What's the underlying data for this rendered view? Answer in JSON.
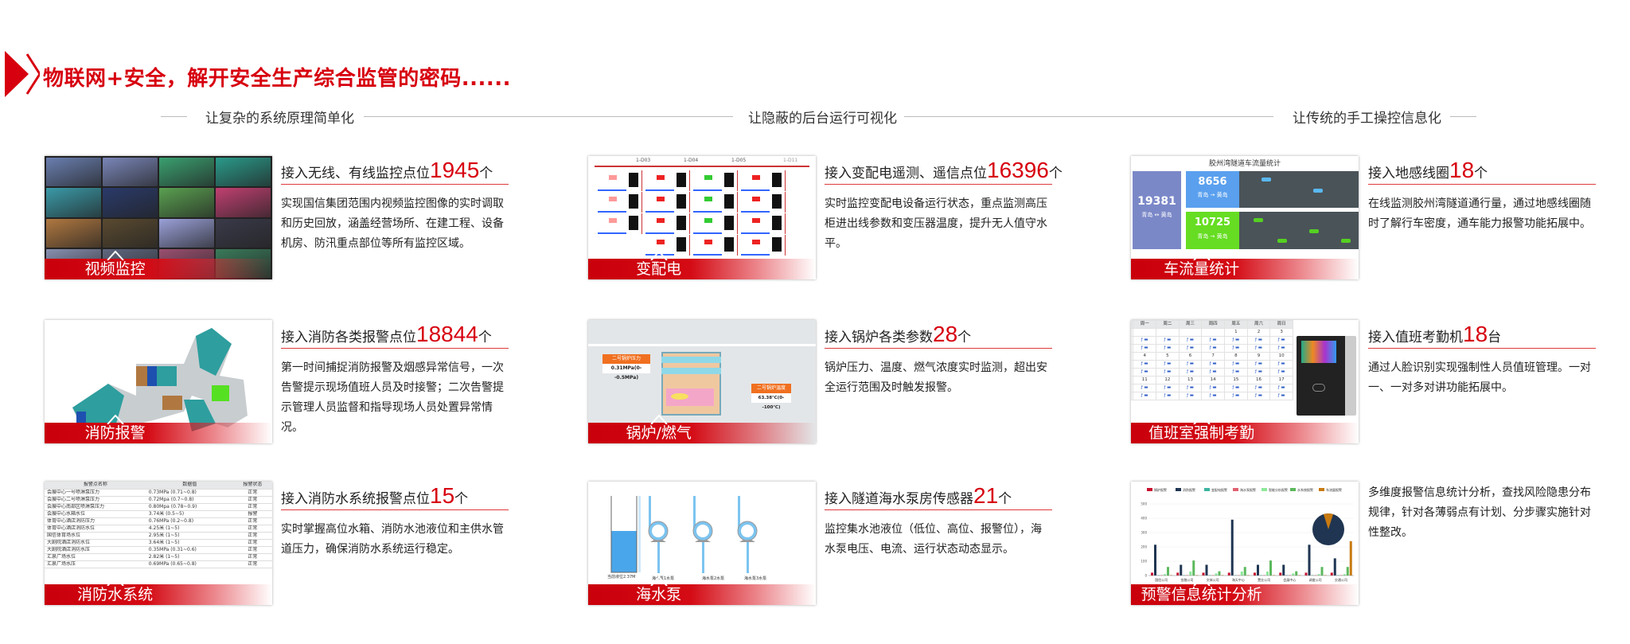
{
  "header": {
    "title": "物联网+安全，解开安全生产综合监管的密码......"
  },
  "columns": [
    {
      "subtitle": "让复杂的系统原理简单化"
    },
    {
      "subtitle": "让隐蔽的后台运行可视化"
    },
    {
      "subtitle": "让传统的手工操控信息化"
    }
  ],
  "cards": {
    "video": {
      "banner": "视频监控",
      "heading_pre": "接入无线、有线监控点位",
      "num": "1945",
      "unit": "个",
      "body": "实现国信集团范围内视频监控图像的实时调取和历史回放，涵盖经营场所、在建工程、设备机房、防汛重点部位等所有监控区域。"
    },
    "power": {
      "banner": "变配电",
      "heading_pre": "接入变配电遥测、遥信点位",
      "num": "16396",
      "unit": "个",
      "body": "实时监控变配电设备运行状态，重点监测高压柜进出线参数和变压器温度，提升无人值守水平。",
      "cols": [
        "1-D03",
        "1-D04",
        "1-D05",
        "1-D11"
      ]
    },
    "traffic": {
      "banner": "车流量统计",
      "heading_pre": "接入地感线圈",
      "num": "18",
      "unit": "个",
      "body": "在线监测胶州湾隧道通行量，通过地感线圈随时了解行车密度，通车能力报警功能拓展中。",
      "panel_title": "胶州湾隧道车流量统计",
      "total": "19381",
      "total_dir": "青岛 ↔ 黄岛",
      "lane1": "8656",
      "lane1_dir": "青岛 → 黄岛",
      "lane2": "10725",
      "lane2_dir": "青岛 → 黄岛"
    },
    "fire": {
      "banner": "消防报警",
      "heading_pre": "接入消防各类报警点位",
      "num": "18844",
      "unit": "个",
      "body": "第一时间捕捉消防报警及烟感异常信号，一次告警提示现场值班人员及时接警；二次告警提示管理人员监督和指导现场人员处置异常情况。"
    },
    "boiler": {
      "banner": "锅炉/燃气",
      "heading_pre": "接入锅炉各类参数",
      "num": "28",
      "unit": "个",
      "body": "锅炉压力、温度、燃气浓度实时监测，超出安全运行范围及时触发报警。",
      "pressure_label": "二号锅炉压力",
      "pressure_value": "0.31MPa(0--0.5MPa)",
      "temp_label": "二号锅炉温度",
      "temp_value": "63.38℃(0--100℃)"
    },
    "attendance": {
      "banner": "值班室强制考勤",
      "heading_pre": "接入值班考勤机",
      "num": "18",
      "unit": "台",
      "body": "通过人脸识别实现强制性人员值班管理。一对一、一对多对讲功能拓展中。",
      "weekdays": [
        "周一",
        "周二",
        "周三",
        "周四",
        "周五",
        "周六",
        "周日"
      ],
      "date_rows": [
        [
          "",
          "",
          "",
          "",
          "1",
          "2",
          "3"
        ],
        [
          "4",
          "5",
          "6",
          "7",
          "8",
          "9",
          "10"
        ],
        [
          "11",
          "12",
          "13",
          "14",
          "15",
          "16",
          "17"
        ]
      ]
    },
    "water": {
      "banner": "消防水系统",
      "heading_pre": "接入消防水系统报警点位",
      "num": "15",
      "unit": "个",
      "body": "实时掌握高位水箱、消防水池液位和主供水管道压力，确保消防水系统运行稳定。",
      "headers": [
        "报警点名称",
        "数据值",
        "报警状态"
      ],
      "rows": [
        [
          "会展中心一号喷淋泵压力",
          "0.73MPa (0.71~0.8)",
          "正常"
        ],
        [
          "会展中心二号喷淋泵压力",
          "0.72Mpa (0.7~0.8)",
          "正常"
        ],
        [
          "会展中心南部区喷淋泵压力",
          "0.80Mpa (0.78~0.9)",
          "正常"
        ],
        [
          "会展中心水箱水位",
          "3.74米 (0.5~5)",
          "报警"
        ],
        [
          "体育中心酒店消防压力",
          "0.76MPa (0.2~0.8)",
          "正常"
        ],
        [
          "体育中心酒店消防水位",
          "4.25米 (1~5)",
          "正常"
        ],
        [
          "国信体育场水位",
          "2.95米 (1~5)",
          "正常"
        ],
        [
          "大剧院酒店消防水位",
          "3.64米 (1~5)",
          "正常"
        ],
        [
          "大剧院酒店消防水压",
          "0.35MPa (0.31~0.6)",
          "正常"
        ],
        [
          "汇泉广场水位",
          "2.82米 (1~5)",
          "正常"
        ],
        [
          "汇泉广场水压",
          "0.69MPa (0.65~0.8)",
          "正常"
        ]
      ]
    },
    "pump": {
      "banner": "海水泵",
      "heading_pre": "接入隧道海水泵房传感器",
      "num": "21",
      "unit": "个",
      "body": "监控集水池液位（低位、高位、报警位），海水泵电压、电流、运行状态动态显示。",
      "tank_label": "当前液位2.37M",
      "pumps": [
        "海水泵1水泵",
        "海水泵2水泵",
        "海水泵3水泵"
      ]
    },
    "alarm": {
      "banner": "预警信息统计分析",
      "body": "多维度报警信息统计分析，查找风险隐患分布规律，针对各薄弱点有计划、分步骤实施针对性整改。"
    }
  },
  "chart_data": {
    "type": "bar",
    "categories": [
      "国信公司",
      "金融公司",
      "文体公司",
      "海天中心",
      "置业公司",
      "会展中心",
      "调度公司",
      "交通公司"
    ],
    "ylim": [
      0,
      500
    ],
    "yticks": [
      "0",
      "100",
      "200",
      "300",
      "400",
      "500"
    ],
    "series": [
      {
        "name": "锅炉报警",
        "color": "#c8102e",
        "values": [
          20,
          20,
          20,
          20,
          20,
          20,
          20,
          20
        ]
      },
      {
        "name": "消防报警",
        "color": "#1f3552",
        "values": [
          215,
          75,
          75,
          390,
          75,
          75,
          215,
          120
        ]
      },
      {
        "name": "变配电报警",
        "color": "#3cb4a0",
        "values": [
          3,
          3,
          3,
          3,
          3,
          3,
          3,
          3
        ]
      },
      {
        "name": "海水泵报警",
        "color": "#e06070",
        "values": [
          3,
          3,
          3,
          3,
          3,
          3,
          3,
          3
        ]
      },
      {
        "name": "智能分析报警",
        "color": "#8ee89a",
        "values": [
          10,
          28,
          15,
          28,
          28,
          15,
          10,
          10
        ]
      },
      {
        "name": "水系统报警",
        "color": "#5cb85c",
        "values": [
          60,
          105,
          30,
          60,
          105,
          30,
          60,
          60
        ]
      },
      {
        "name": "车流量报警",
        "color": "#c87a10",
        "values": [
          3,
          3,
          3,
          3,
          3,
          3,
          3,
          240
        ]
      }
    ]
  }
}
